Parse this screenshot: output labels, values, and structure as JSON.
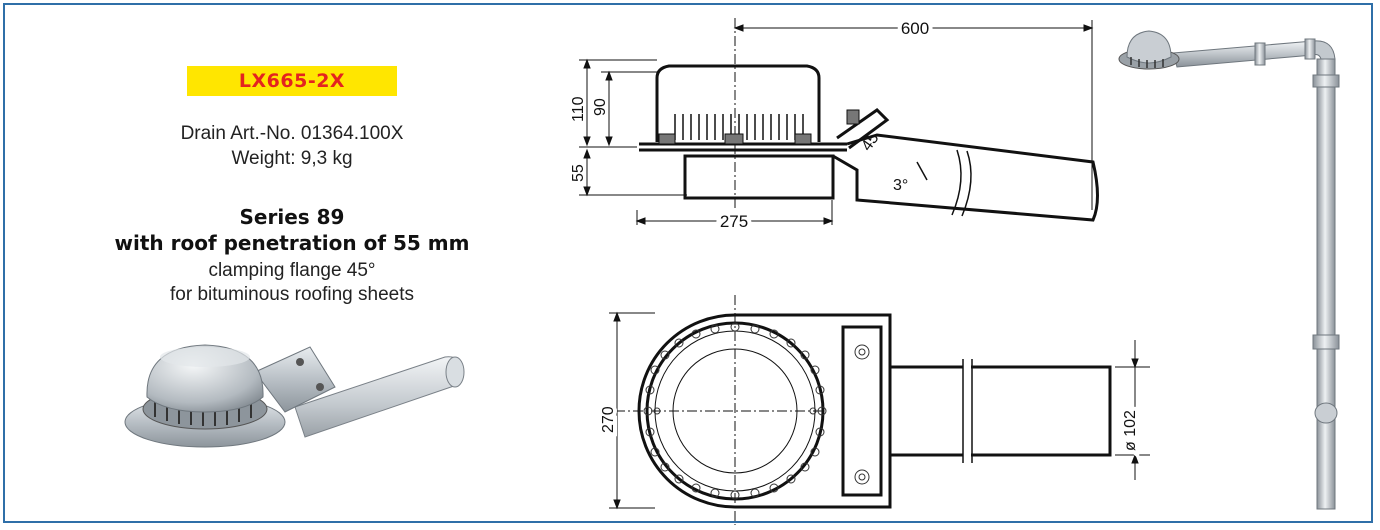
{
  "product": {
    "code": "LX665-2X",
    "article": "Drain Art.-No. 01364.100X",
    "weight": "Weight: 9,3 kg",
    "series": "Series 89",
    "penetration": "with roof penetration of 55 mm",
    "flange": "clamping flange 45°",
    "usage": "for bituminous roofing sheets"
  },
  "dimensions": {
    "length": "600",
    "height_total": "110",
    "height_dome": "90",
    "penetration": "55",
    "body_width": "275",
    "angle_clamp": "45",
    "slope": "3°",
    "diameter_plan": "270",
    "pipe_diameter": "ø 102"
  },
  "colors": {
    "border": "#2f6fa8",
    "badge_bg": "#ffe600",
    "badge_text": "#e4231f"
  }
}
